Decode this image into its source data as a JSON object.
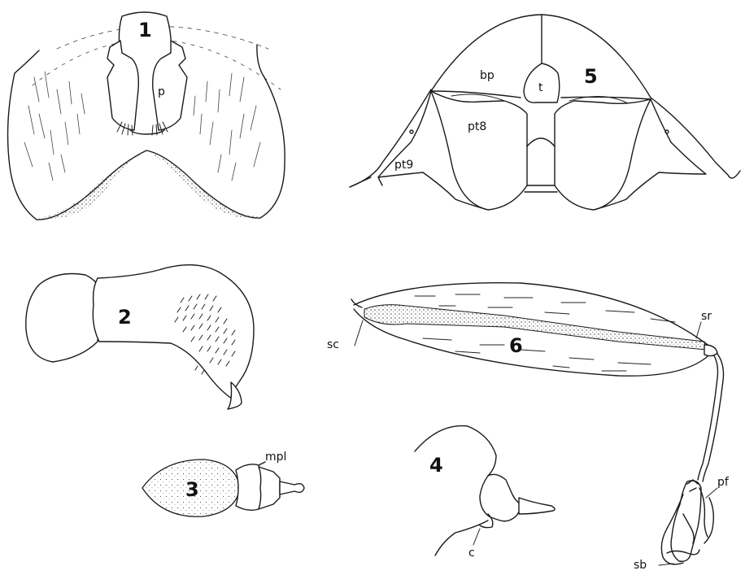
{
  "figures": [
    {
      "number": "1",
      "labels": [
        "p"
      ]
    },
    {
      "number": "2",
      "labels": []
    },
    {
      "number": "3",
      "labels": [
        "mpl"
      ]
    },
    {
      "number": "4",
      "labels": [
        "c"
      ]
    },
    {
      "number": "5",
      "labels": [
        "bp",
        "t",
        "pt8",
        "pt9"
      ]
    },
    {
      "number": "6",
      "labels": [
        "sc",
        "sr",
        "pf",
        "sb"
      ]
    }
  ]
}
